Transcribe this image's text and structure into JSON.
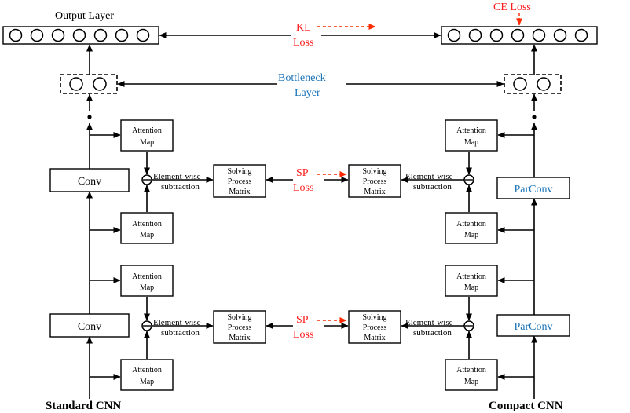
{
  "labels": {
    "output_layer": "Output Layer",
    "ce_loss": "CE Loss",
    "kl_line1": "KL",
    "kl_line2": "Loss",
    "bottleneck_line1": "Bottleneck",
    "bottleneck_line2": "Layer",
    "attention_line1": "Attention",
    "attention_line2": "Map",
    "conv": "Conv",
    "parconv": "ParConv",
    "elementwise_line1": "Element-wise",
    "elementwise_line2": "subtraction",
    "solving_line1": "Solving",
    "solving_line2": "Process",
    "solving_line3": "Matrix",
    "sp_line1": "SP",
    "sp_line2": "Loss",
    "standard_cnn": "Standard CNN",
    "compact_cnn": "Compact  CNN",
    "minus_sign": "−"
  },
  "colors": {
    "text": "#000000",
    "loss_red": "#ff1a1a",
    "arrow_red": "#ff2a00",
    "blue": "#1a73b8"
  }
}
